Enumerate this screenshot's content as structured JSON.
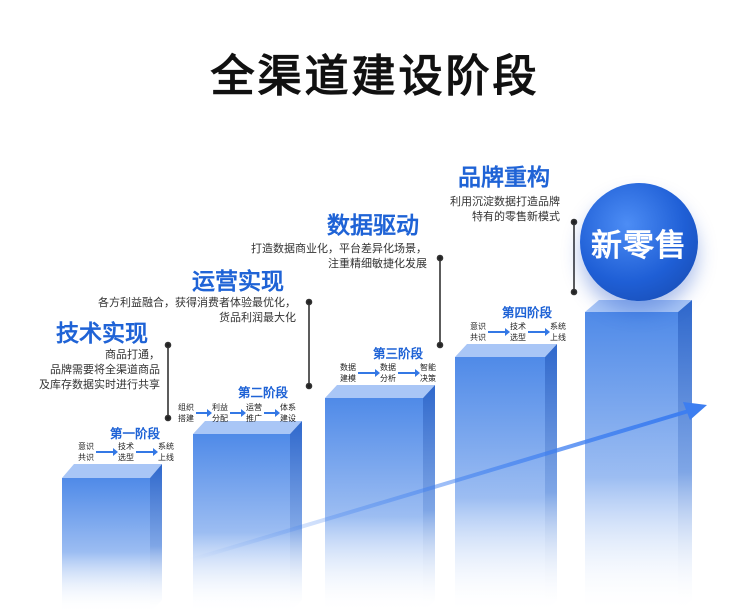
{
  "main_title": "全渠道建设阶段",
  "stages": [
    {
      "title": "技术实现",
      "desc": [
        "商品打通，",
        "品牌需要将全渠道商品",
        "及库存数据实时进行共享"
      ],
      "label": "第一阶段",
      "flow": [
        [
          "意识",
          "共识"
        ],
        [
          "技术",
          "选型"
        ],
        [
          "系统",
          "上线"
        ]
      ]
    },
    {
      "title": "运营实现",
      "desc": [
        "各方利益融合，获得消费者体验最优化，",
        "货品利润最大化"
      ],
      "label": "第二阶段",
      "flow": [
        [
          "组织",
          "搭建"
        ],
        [
          "利益",
          "分配"
        ],
        [
          "运营",
          "推广"
        ],
        [
          "体系",
          "建设"
        ]
      ]
    },
    {
      "title": "数据驱动",
      "desc": [
        "打造数据商业化，平台差异化场景，",
        "注重精细敏捷化发展"
      ],
      "label": "第三阶段",
      "flow": [
        [
          "数据",
          "建模"
        ],
        [
          "数据",
          "分析"
        ],
        [
          "智能",
          "决策"
        ]
      ]
    },
    {
      "title": "品牌重构",
      "desc": [
        "利用沉淀数据打造品牌",
        "特有的零售新模式"
      ],
      "label": "第四阶段",
      "flow": [
        [
          "意识",
          "共识"
        ],
        [
          "技术",
          "选型"
        ],
        [
          "系统",
          "上线"
        ]
      ]
    }
  ],
  "badge": "新零售",
  "colors": {
    "accent": "#1f63d6",
    "block_top": "#9fc0f5",
    "block_front": "#4f8ae8"
  }
}
